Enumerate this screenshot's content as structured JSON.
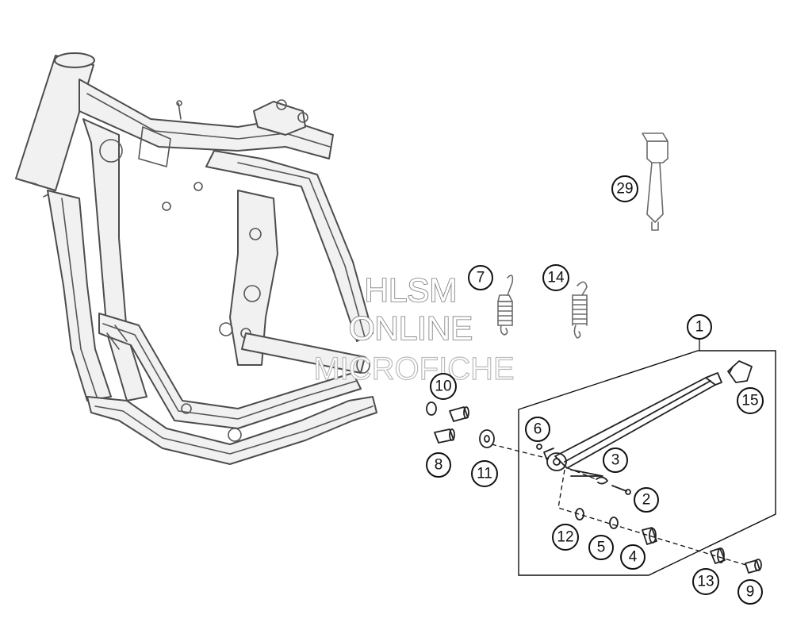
{
  "watermark": {
    "line1": "HLSM",
    "line2": "ONLINE",
    "line3": "MICROFICHE"
  },
  "callouts": [
    "1",
    "2",
    "3",
    "4",
    "5",
    "6",
    "7",
    "8",
    "9",
    "10",
    "11",
    "12",
    "13",
    "14",
    "15",
    "29"
  ]
}
